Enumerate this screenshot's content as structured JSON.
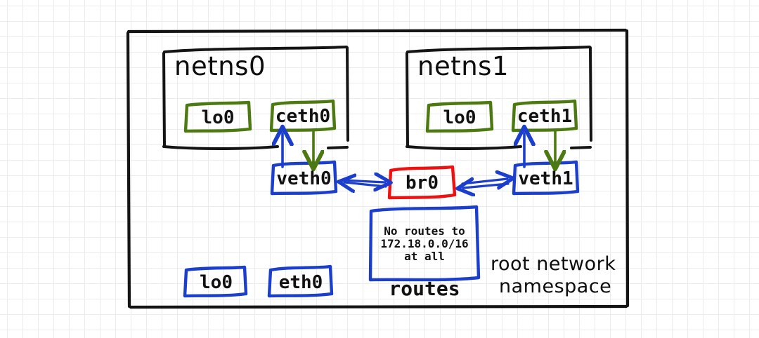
{
  "diagram": {
    "title_visible": false,
    "root_container": {
      "label": "root network\nnamespace",
      "label_line1": "root network",
      "label_line2": "namespace",
      "border_color": "#141414"
    },
    "namespaces": [
      {
        "name": "netns0",
        "border_color": "#141414",
        "interfaces": [
          {
            "name": "lo0",
            "color": "#4c7a10"
          },
          {
            "name": "ceth0",
            "color": "#4c7a10"
          }
        ]
      },
      {
        "name": "netns1",
        "border_color": "#141414",
        "interfaces": [
          {
            "name": "lo0",
            "color": "#4c7a10"
          },
          {
            "name": "ceth1",
            "color": "#4c7a10"
          }
        ]
      }
    ],
    "host_interfaces": [
      {
        "name": "veth0",
        "color": "#1b3fcc"
      },
      {
        "name": "veth1",
        "color": "#1b3fcc"
      },
      {
        "name": "lo0",
        "color": "#1b3fcc"
      },
      {
        "name": "eth0",
        "color": "#1b3fcc"
      }
    ],
    "bridge": {
      "name": "br0",
      "color": "#ee1111"
    },
    "routes_panel": {
      "caption": "routes",
      "color": "#1b3fcc",
      "lines": [
        "No routes to",
        "172.18.0.0/16",
        "at all"
      ],
      "line1": "No routes to",
      "line2": "172.18.0.0/16",
      "line3": "at all"
    },
    "connections": [
      {
        "from": "veth0",
        "to": "ceth0",
        "direction": "up",
        "color": "#1b3fcc"
      },
      {
        "from": "ceth0",
        "to": "veth0",
        "direction": "down",
        "color": "#4c7a10"
      },
      {
        "from": "veth1",
        "to": "ceth1",
        "direction": "up",
        "color": "#1b3fcc"
      },
      {
        "from": "ceth1",
        "to": "veth1",
        "direction": "down",
        "color": "#4c7a10"
      },
      {
        "from": "veth0",
        "to": "br0",
        "direction": "bidirectional",
        "color": "#1b3fcc"
      },
      {
        "from": "veth1",
        "to": "br0",
        "direction": "bidirectional",
        "color": "#1b3fcc"
      }
    ],
    "palette": {
      "black": "#141414",
      "green": "#4c7a10",
      "blue": "#1b3fcc",
      "red": "#ee1111",
      "grid": "#ececec",
      "paper": "#ffffff"
    }
  }
}
